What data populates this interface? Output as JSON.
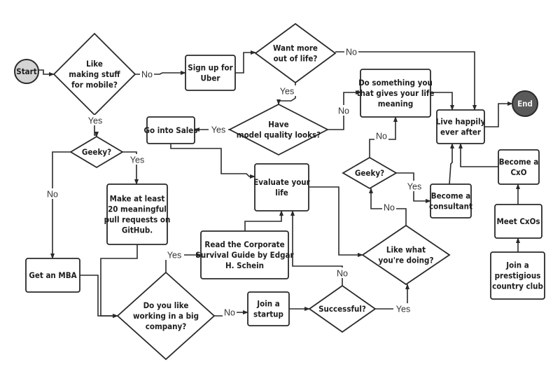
{
  "diagram": {
    "type": "flowchart",
    "nodes": [
      {
        "id": "start",
        "kind": "terminal-start",
        "lines": [
          "Start"
        ]
      },
      {
        "id": "mobile",
        "kind": "decision",
        "lines": [
          "Like",
          "making stuff",
          "for mobile?"
        ]
      },
      {
        "id": "uber",
        "kind": "process",
        "lines": [
          "Sign up for",
          "Uber"
        ]
      },
      {
        "id": "moreLife",
        "kind": "decision",
        "lines": [
          "Want more",
          "out of life?"
        ]
      },
      {
        "id": "modelLooks",
        "kind": "decision",
        "lines": [
          "Have",
          "model quality looks?"
        ]
      },
      {
        "id": "sales",
        "kind": "process",
        "lines": [
          "Go into Sales"
        ]
      },
      {
        "id": "meaning",
        "kind": "process",
        "lines": [
          "Do something you",
          "that gives your life",
          "meaning"
        ]
      },
      {
        "id": "happily",
        "kind": "process",
        "lines": [
          "Live happily",
          "ever after"
        ]
      },
      {
        "id": "end",
        "kind": "terminal-end",
        "lines": [
          "End"
        ]
      },
      {
        "id": "geeky1",
        "kind": "decision",
        "lines": [
          "Geeky?"
        ]
      },
      {
        "id": "pullRequests",
        "kind": "process",
        "lines": [
          "Make at least",
          "20 meaningful",
          "pull requests on",
          "GitHub."
        ]
      },
      {
        "id": "evaluate",
        "kind": "process",
        "lines": [
          "Evaluate your",
          "life"
        ]
      },
      {
        "id": "geeky2",
        "kind": "decision",
        "lines": [
          "Geeky?"
        ]
      },
      {
        "id": "consultant",
        "kind": "process",
        "lines": [
          "Become a",
          "consultant"
        ]
      },
      {
        "id": "cxo",
        "kind": "process",
        "lines": [
          "Become a",
          "CxO"
        ]
      },
      {
        "id": "meetCxos",
        "kind": "process",
        "lines": [
          "Meet CxOs"
        ]
      },
      {
        "id": "countryClub",
        "kind": "process",
        "lines": [
          "Join a",
          "prestigious",
          "country club"
        ]
      },
      {
        "id": "likeDoing",
        "kind": "decision",
        "lines": [
          "Like what",
          "you're doing?"
        ]
      },
      {
        "id": "mba",
        "kind": "process",
        "lines": [
          "Get an MBA"
        ]
      },
      {
        "id": "readGuide",
        "kind": "process",
        "lines": [
          "Read the Corporate",
          "Survival Guide by Edgar",
          "H. Schein"
        ]
      },
      {
        "id": "bigCompany",
        "kind": "decision",
        "lines": [
          "Do you like",
          "working in a big",
          "company?"
        ]
      },
      {
        "id": "startup",
        "kind": "process",
        "lines": [
          "Join a",
          "startup"
        ]
      },
      {
        "id": "successful",
        "kind": "decision",
        "lines": [
          "Successful?"
        ]
      }
    ],
    "edges": [
      {
        "from": "start",
        "to": "mobile",
        "label": ""
      },
      {
        "from": "mobile",
        "to": "uber",
        "label": "No"
      },
      {
        "from": "mobile",
        "to": "geeky1",
        "label": "Yes"
      },
      {
        "from": "uber",
        "to": "moreLife",
        "label": ""
      },
      {
        "from": "moreLife",
        "to": "happily",
        "label": "No"
      },
      {
        "from": "moreLife",
        "to": "modelLooks",
        "label": "Yes"
      },
      {
        "from": "modelLooks",
        "to": "sales",
        "label": "Yes"
      },
      {
        "from": "modelLooks",
        "to": "meaning",
        "label": "No"
      },
      {
        "from": "meaning",
        "to": "happily",
        "label": ""
      },
      {
        "from": "happily",
        "to": "end",
        "label": ""
      },
      {
        "from": "geeky1",
        "to": "mba",
        "label": "No"
      },
      {
        "from": "geeky1",
        "to": "pullRequests",
        "label": "Yes"
      },
      {
        "from": "sales",
        "to": "evaluate",
        "label": ""
      },
      {
        "from": "pullRequests",
        "to": "bigCompany",
        "label": ""
      },
      {
        "from": "mba",
        "to": "bigCompany",
        "label": ""
      },
      {
        "from": "bigCompany",
        "to": "readGuide",
        "label": "Yes"
      },
      {
        "from": "bigCompany",
        "to": "startup",
        "label": "No"
      },
      {
        "from": "readGuide",
        "to": "evaluate",
        "label": ""
      },
      {
        "from": "startup",
        "to": "successful",
        "label": ""
      },
      {
        "from": "successful",
        "to": "evaluate",
        "label": "No"
      },
      {
        "from": "successful",
        "to": "likeDoing",
        "label": "Yes"
      },
      {
        "from": "evaluate",
        "to": "likeDoing",
        "label": ""
      },
      {
        "from": "likeDoing",
        "to": "geeky2",
        "label": "No"
      },
      {
        "from": "likeDoing",
        "to": "countryClub",
        "label": "Yes"
      },
      {
        "from": "geeky2",
        "to": "meaning",
        "label": "No"
      },
      {
        "from": "geeky2",
        "to": "consultant",
        "label": "Yes"
      },
      {
        "from": "consultant",
        "to": "happily",
        "label": ""
      },
      {
        "from": "countryClub",
        "to": "meetCxos",
        "label": ""
      },
      {
        "from": "meetCxos",
        "to": "cxo",
        "label": ""
      },
      {
        "from": "cxo",
        "to": "happily",
        "label": ""
      }
    ]
  },
  "colors": {
    "stroke": "#2a2a2a",
    "start_fill": "#d4d4d4",
    "end_fill": "#5a5a5a",
    "background": "#ffffff"
  }
}
